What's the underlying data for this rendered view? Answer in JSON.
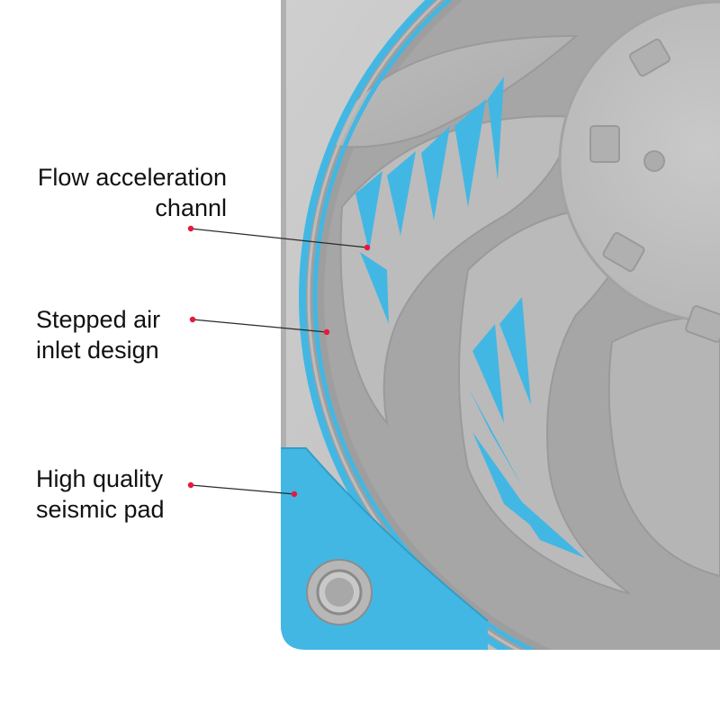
{
  "product": {
    "name": "cooling-fan-corner-closeup",
    "frame_color": "#c4c4c4",
    "accent_color": "#43b7e3",
    "marker_color": "#e8183c"
  },
  "callouts": [
    {
      "id": "flow",
      "lines": [
        "Flow acceleration",
        "channl"
      ]
    },
    {
      "id": "inlet",
      "lines": [
        "Stepped air",
        "inlet design"
      ]
    },
    {
      "id": "pad",
      "lines": [
        "High quality",
        "seismic pad"
      ]
    }
  ]
}
